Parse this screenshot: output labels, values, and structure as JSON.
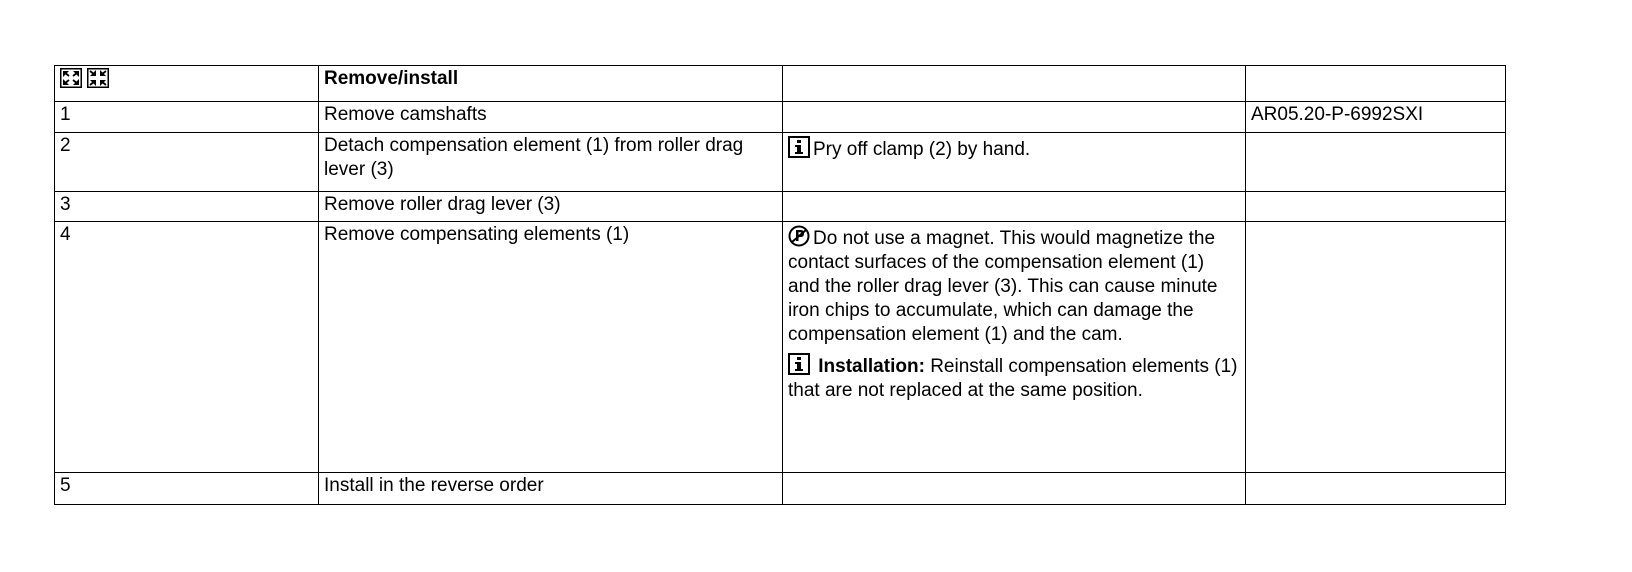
{
  "header": {
    "icons": [
      "expand-view-icon",
      "collapse-view-icon"
    ],
    "title": "Remove/install"
  },
  "steps": [
    {
      "num": "1",
      "action": "Remove camshafts",
      "reference": "AR05.20-P-6992SXI"
    },
    {
      "num": "2",
      "action": "Detach compensation element (1) from roller drag lever (3)",
      "note": "Pry off clamp (2) by hand.",
      "reference": ""
    },
    {
      "num": "3",
      "action": "Remove roller drag lever (3)",
      "reference": ""
    },
    {
      "num": "4",
      "action": "Remove compensating elements (1)",
      "warning": "Do not use a magnet. This would magnetize the contact surfaces of the compensation element (1) and the roller drag lever (3). This can cause minute iron chips to accumulate, which can damage the compensation element (1) and the cam.",
      "install_label": "Installation:",
      "install_text": "Reinstall compensation elements (1) that are not replaced at the same position.",
      "reference": ""
    },
    {
      "num": "5",
      "action": "Install in the reverse order",
      "reference": ""
    }
  ]
}
